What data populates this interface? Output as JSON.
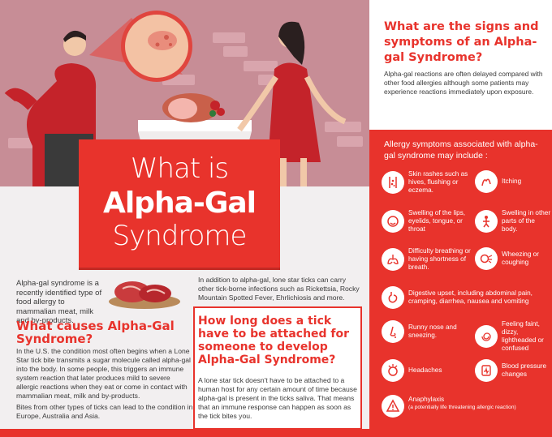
{
  "title": {
    "line1": "What is",
    "line2": "Alpha-Gal",
    "line3": "Syndrome"
  },
  "intro": "Alpha-gal syndrome is a recently identified type of food allergy to mammalian meat, milk and by-products.",
  "causes": {
    "heading": "What causes Alpha-Gal Syndrome?",
    "body": "In the U.S. the condition most often begins when a Lone Star tick bite transmits a sugar molecule called alpha-gal into the body. In some people, this triggers an immune system reaction that later produces mild to severe allergic reactions when they eat or come in contact with mammalian meat, milk and by-products.",
    "bites": "Bites from other types of ticks can lead to the condition in Europe, Australia and Asia."
  },
  "other_infections": "In addition to alpha-gal, lone star ticks can carry other tick-borne infections such as Rickettsia, Rocky Mountain Spotted Fever, Ehrlichiosis and more.",
  "tick": {
    "heading": "How long does a tick have to be attached for someone to develop Alpha-Gal Syndrome?",
    "body": "A lone star tick doesn't have to be attached to a human host for any certain amount of time because alpha-gal is present in the ticks saliva. That means that an immune response can happen as soon as the tick bites you."
  },
  "signs": {
    "heading": "What are the signs and symptoms of an Alpha-gal Syndrome?",
    "body": "Alpha-gal reactions are often delayed compared with other food allergies although some patients may experience reactions immediately upon exposure."
  },
  "allergy_heading": "Allergy symptoms associated with alpha-gal syndrome may include :",
  "symptoms": {
    "rash": "Skin rashes such as hives, flushing or eczema.",
    "itching": "Itching",
    "swelling_face": "Swelling of the lips, eyelids, tongue, or throat",
    "swelling_body": "Swelling in other parts of the body.",
    "breathing": "Difficulty breathing or having shortness of breath.",
    "wheezing": "Wheezing or coughing",
    "digestive": "Digestive upset, including abdominal pain, cramping, diarrhea, nausea and vomiting",
    "runny_nose": "Runny nose and sneezing.",
    "faint": "Feeling faint, dizzy, lightheaded or confused",
    "headaches": "Headaches",
    "blood_pressure": "Blood pressure changes",
    "anaphylaxis": "Anaphylaxis",
    "anaphylaxis_note": "(a potentially life threatening allergic reaction)"
  },
  "colors": {
    "accent": "#e8332c",
    "wall": "#c78d96",
    "icon": "#e8332c"
  }
}
